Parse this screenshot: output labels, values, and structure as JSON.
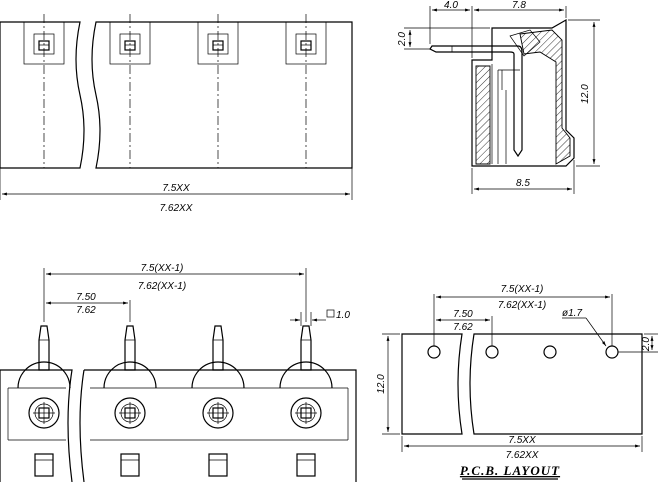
{
  "front_view": {
    "dim_overall_1": "7.5XX",
    "dim_overall_2": "7.62XX"
  },
  "side_view": {
    "dim_pin_len": "4.0",
    "dim_body_depth": "7.8",
    "dim_pin_offset": "2.0",
    "dim_height": "12.0",
    "dim_base": "8.5"
  },
  "bottom_view": {
    "dim_span_1": "7.5(XX-1)",
    "dim_span_2": "7.62(XX-1)",
    "dim_pitch_1": "7.50",
    "dim_pitch_2": "7.62",
    "dim_pin_square": "1.0"
  },
  "pcb_layout": {
    "dim_span_1": "7.5(XX-1)",
    "dim_span_2": "7.62(XX-1)",
    "dim_pitch_1": "7.50",
    "dim_pitch_2": "7.62",
    "dim_hole": "ø1.7",
    "dim_hole_offset": "2.0",
    "dim_height": "12.0",
    "dim_overall_1": "7.5XX",
    "dim_overall_2": "7.62XX",
    "title": "P.C.B.  LAYOUT"
  }
}
